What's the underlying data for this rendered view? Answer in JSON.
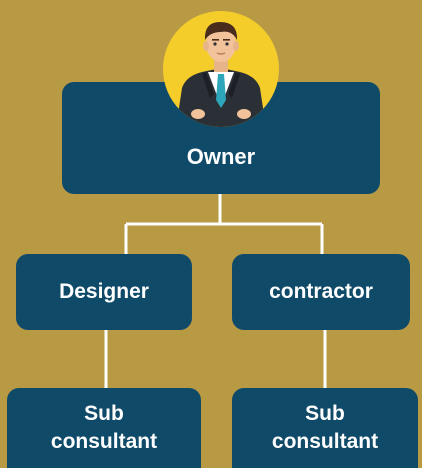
{
  "diagram": {
    "owner": {
      "label": "Owner",
      "avatar_icon": "businessman-avatar-icon"
    },
    "designer": {
      "label": "Designer"
    },
    "contractor": {
      "label": "contractor"
    },
    "sub_left": {
      "line1": "Sub",
      "line2": "consultant"
    },
    "sub_right": {
      "line1": "Sub",
      "line2": "consultant"
    }
  },
  "colors": {
    "background": "#b89a45",
    "box": "#0f4a68",
    "connector": "#ffffff",
    "avatar_circle": "#f5cd2a"
  }
}
